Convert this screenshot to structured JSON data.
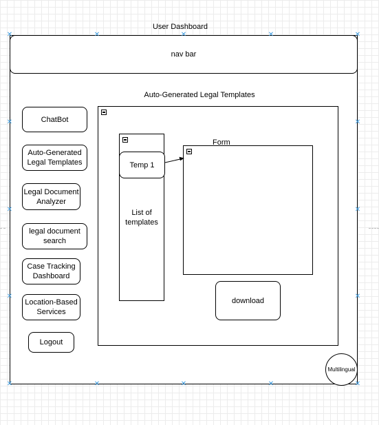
{
  "title": "User Dashboard",
  "nav_bar_label": "nav bar",
  "section_title": "Auto-Generated Legal Templates",
  "sidebar": {
    "chatbot": "ChatBot",
    "templates": "Auto-Generated Legal Templates",
    "analyzer": "Legal Document Analyzer",
    "search": "legal document search",
    "tracking": "Case Tracking Dashboard",
    "location": "Location-Based Services",
    "logout": "Logout"
  },
  "template_panel": {
    "temp1": "Temp 1",
    "list_label": "List of templates"
  },
  "form_label": "Form",
  "download_label": "download",
  "multilingual_label": "Multilingual"
}
